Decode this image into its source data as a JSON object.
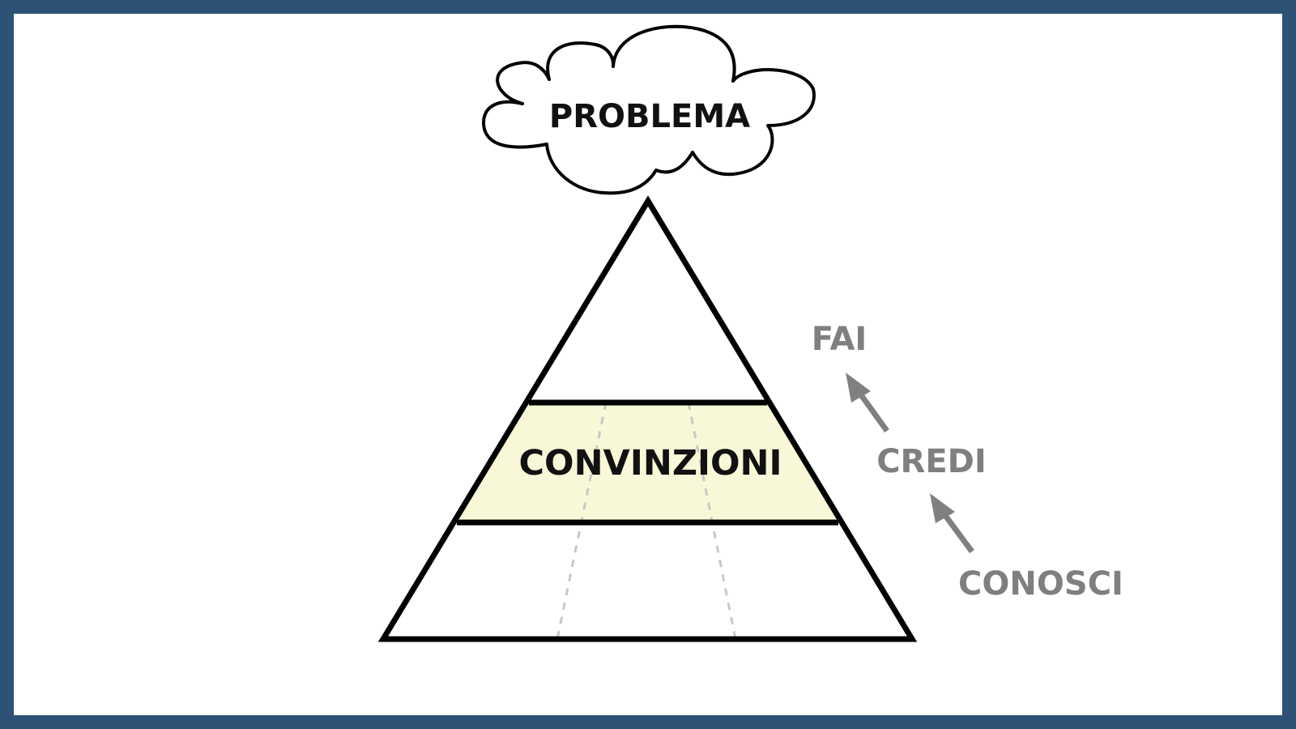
{
  "colors": {
    "border": "#2d5275",
    "background": "#ffffff",
    "stroke": "#000000",
    "highlight_band": "#f8f8d8",
    "dashed_guides": "#c8c8c8",
    "steps_text": "#7f7f7f"
  },
  "cloud": {
    "label": "PROBLEMA"
  },
  "pyramid": {
    "tiers": [
      {
        "position": "top",
        "label": ""
      },
      {
        "position": "middle",
        "label": "CONVINZIONI",
        "highlighted": true
      },
      {
        "position": "bottom",
        "label": ""
      }
    ]
  },
  "steps": {
    "items": [
      "FAI",
      "CREDI",
      "CONOSCI"
    ],
    "direction": "bottom-to-top",
    "connector_icon": "arrow-up-left-icon"
  }
}
